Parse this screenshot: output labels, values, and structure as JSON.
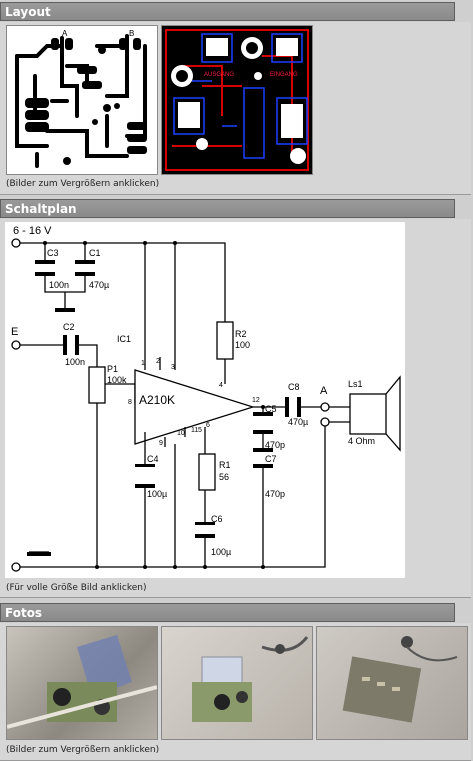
{
  "sections": {
    "layout": {
      "title": "Layout",
      "caption": "(Bilder zum Vergrößern anklicken)"
    },
    "schaltplan": {
      "title": "Schaltplan",
      "caption": "(Für volle Größe Bild anklicken)"
    },
    "fotos": {
      "title": "Fotos",
      "caption": "(Bilder zum Vergrößern anklicken)"
    }
  },
  "pcb": {
    "copper_labels": [
      "A",
      "B"
    ]
  },
  "component_view": {
    "labels": [
      "AUSGANG",
      "EINGANG"
    ]
  },
  "schematic": {
    "supply": "6 - 16 V",
    "input": "E",
    "ic_name": "IC1",
    "ic_type": "A210K",
    "output": "A",
    "speaker": "Ls1",
    "speaker_value": "4 Ohm",
    "components": {
      "c3": "C3",
      "c3_v": "100n",
      "c1": "C1",
      "c1_v": "470µ",
      "c2": "C2",
      "c2_v": "100n",
      "p1": "P1",
      "p1_v": "100k",
      "r2": "R2",
      "r2_v": "100",
      "c8": "C8",
      "c8_v": "470µ",
      "c5": "C5",
      "c5_v": "470p",
      "c7": "C7",
      "c7_v": "470p",
      "c4": "C4",
      "c4_v": "100µ",
      "r1": "R1",
      "r1_v": "56",
      "c6": "C6",
      "c6_v": "100µ"
    },
    "pins": [
      "1",
      "2",
      "3",
      "4",
      "5",
      "6",
      "8",
      "9",
      "10",
      "11",
      "12"
    ]
  },
  "colors": {
    "header_bg": "#8f8f8f",
    "panel_bg": "#d6d6d6",
    "pcb_bg": "#000000",
    "copper": "#d40000",
    "silk": "#1f3fff"
  }
}
